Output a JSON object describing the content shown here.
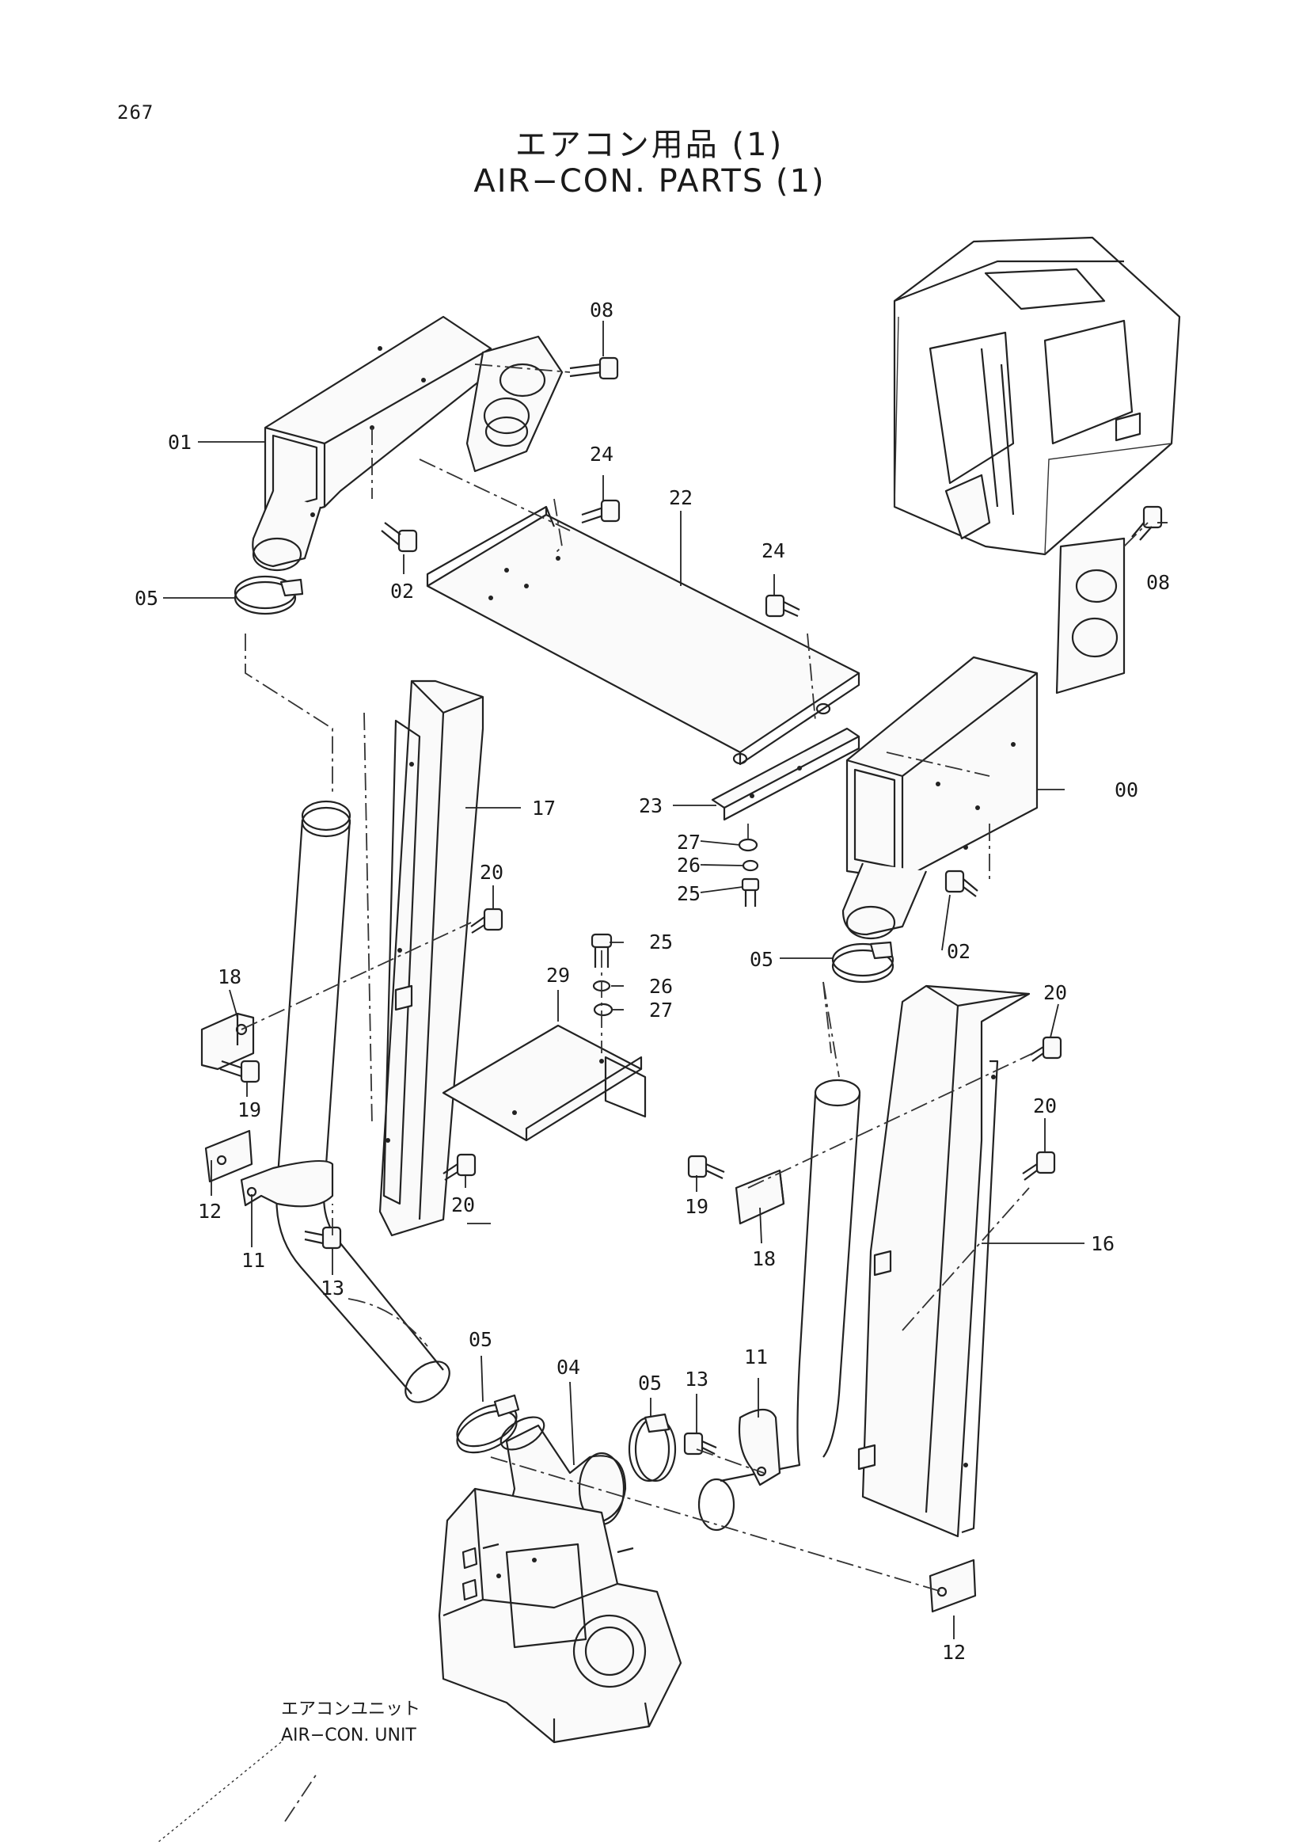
{
  "page": {
    "number": "267",
    "title_jp": "エアコン用品 (1)",
    "title_en": "AIR−CON. PARTS (1)"
  },
  "unit_label": {
    "jp": "エアコンユニット",
    "en": "AIR−CON. UNIT"
  },
  "callouts": {
    "p00": "00",
    "p01": "01",
    "p02": "02",
    "p04": "04",
    "p05": "05",
    "p08": "08",
    "p11": "11",
    "p12": "12",
    "p13": "13",
    "p16": "16",
    "p17": "17",
    "p18": "18",
    "p19": "19",
    "p20": "20",
    "p22": "22",
    "p23": "23",
    "p24": "24",
    "p25": "25",
    "p26": "26",
    "p27": "27",
    "p29": "29"
  }
}
